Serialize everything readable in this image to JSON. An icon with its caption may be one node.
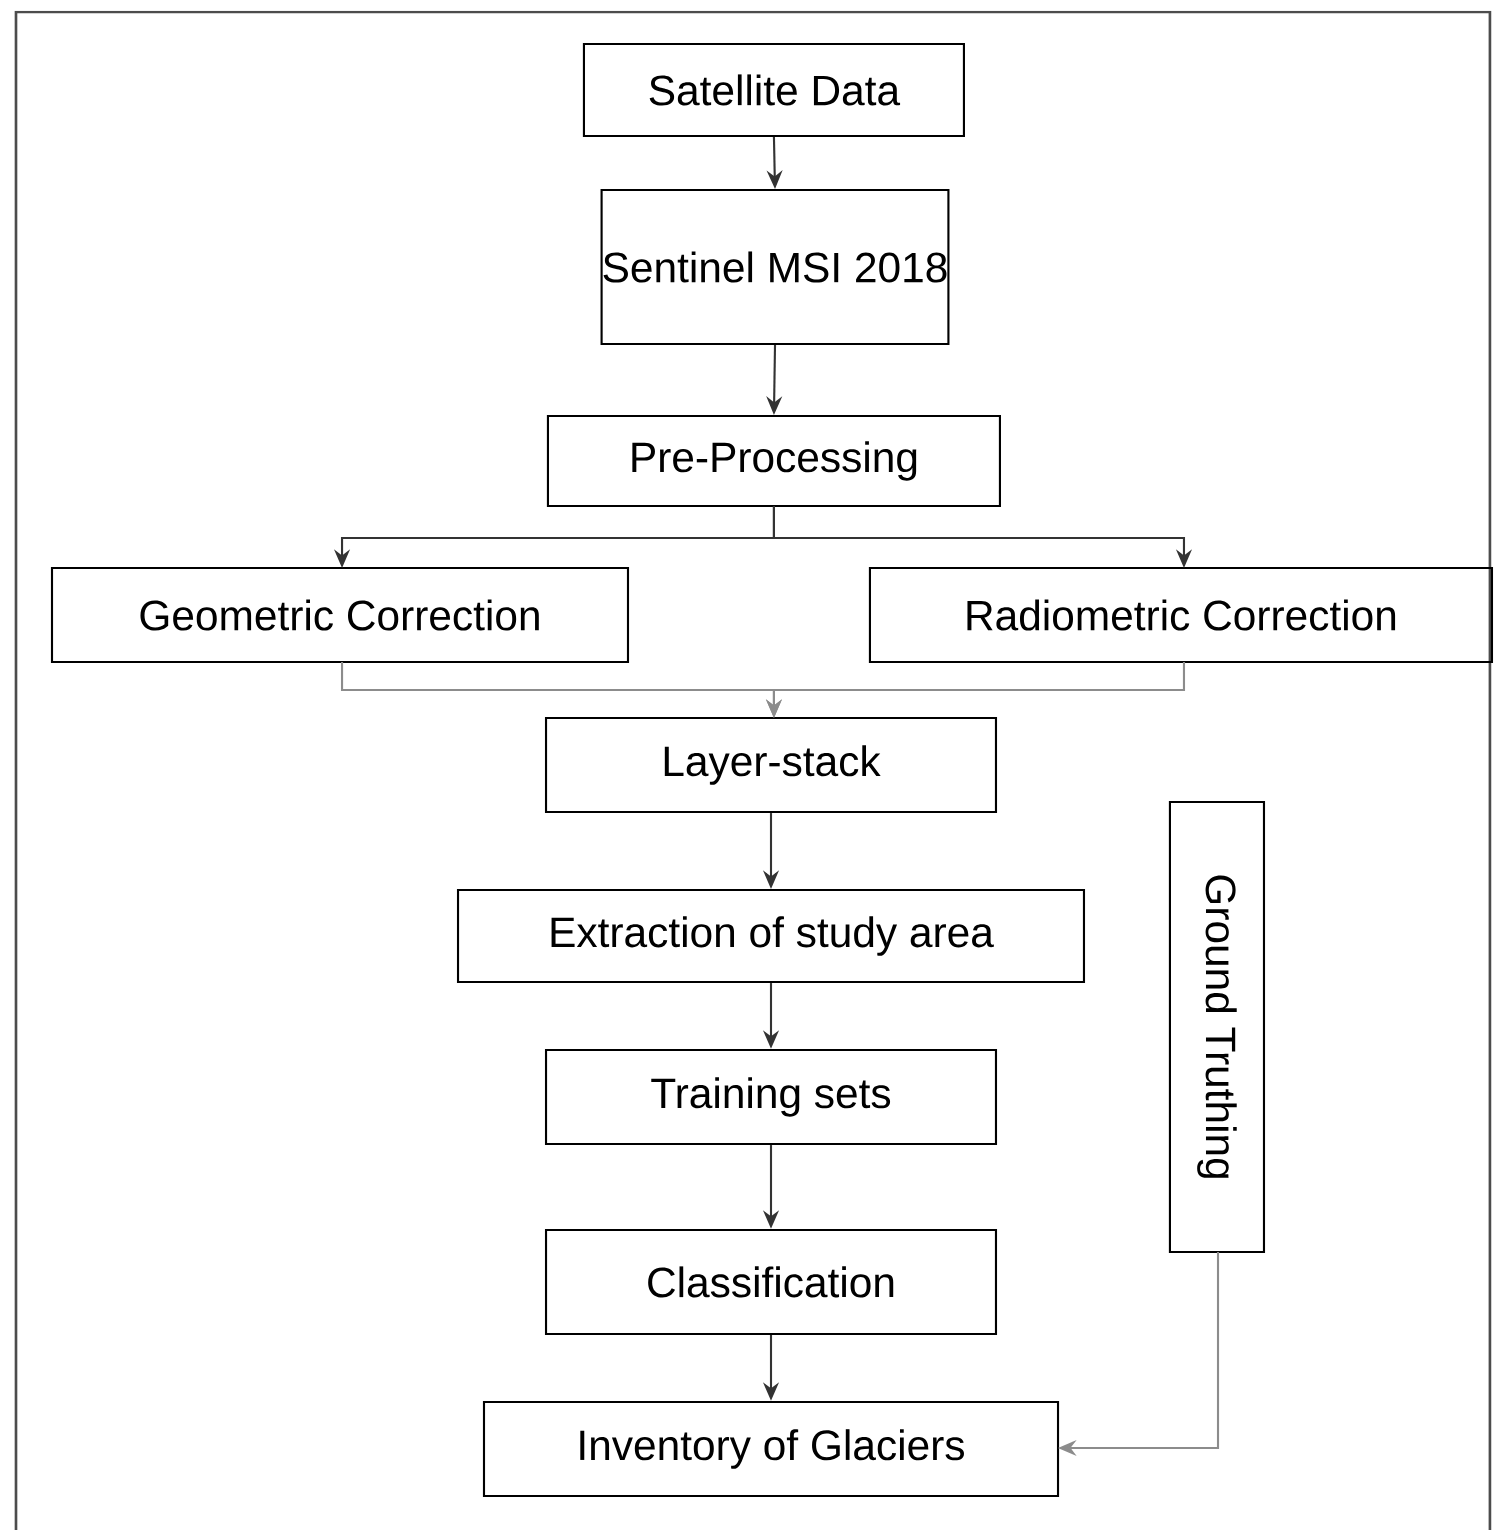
{
  "diagram": {
    "nodes": [
      {
        "text": [
          "Satellite Data"
        ]
      },
      {
        "text": [
          "Sentinel MSI 2018"
        ]
      },
      {
        "text": [
          "Pre-Processing"
        ]
      },
      {
        "text": [
          "Geometric Correction"
        ]
      },
      {
        "text": [
          "Radiometric Correction"
        ]
      },
      {
        "text": [
          "Layer-stack"
        ]
      },
      {
        "text": [
          "Extraction of study area"
        ]
      },
      {
        "text": [
          "Training sets"
        ]
      },
      {
        "text": [
          "Classification"
        ]
      },
      {
        "text": [
          "Inventory of Glaciers"
        ]
      },
      {
        "text": [
          "Ground Truthing"
        ]
      }
    ],
    "edges": [
      {
        "from": 0,
        "to": 1,
        "arrow": "to"
      },
      {
        "from": 1,
        "to": 2,
        "arrow": "to"
      },
      {
        "from": 2,
        "to": 3,
        "arrow": "to"
      },
      {
        "from": 2,
        "to": 4,
        "arrow": "to"
      },
      {
        "from": 3,
        "to": 5,
        "arrow": "to",
        "color": "#8c8c8c"
      },
      {
        "from": 4,
        "to": 5,
        "arrow": "to",
        "color": "#8c8c8c"
      },
      {
        "from": 5,
        "to": 6,
        "arrow": "to"
      },
      {
        "from": 6,
        "to": 7,
        "arrow": "to"
      },
      {
        "from": 7,
        "to": 8,
        "arrow": "to"
      },
      {
        "from": 8,
        "to": 9,
        "arrow": "to"
      },
      {
        "from": 10,
        "to": 9,
        "arrow": "to",
        "color": "#8c8c8c"
      }
    ]
  }
}
